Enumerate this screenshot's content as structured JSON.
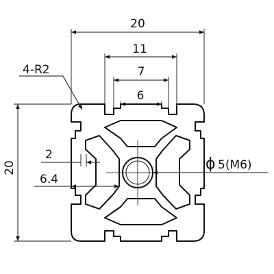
{
  "dimensions": {
    "overall_width": "20",
    "overall_height": "20",
    "slot_outer": "11",
    "slot_mid": "7",
    "slot_inner": "6",
    "corner_radius": "4-R2",
    "wall": "2",
    "offset": "6.4",
    "bore_symbol": "ϕ",
    "bore": "5(M6)"
  }
}
